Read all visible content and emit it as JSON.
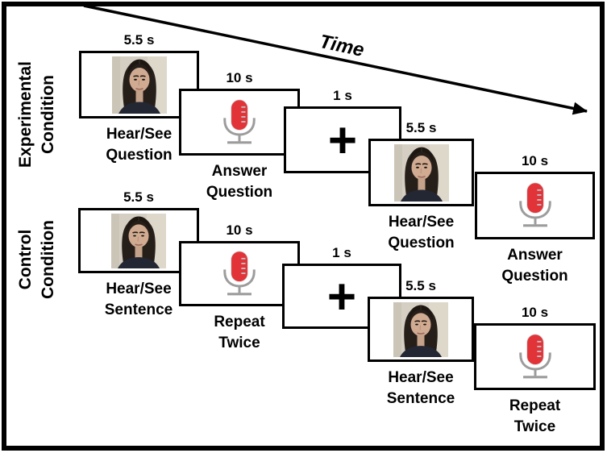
{
  "figure": {
    "time_arrow_label": "Time",
    "rows": [
      {
        "id": "experimental-condition",
        "label_line1": "Experimental",
        "label_line2": "Condition",
        "boxes": [
          {
            "type": "face-photo",
            "icon": "portrait-photo",
            "duration": "5.5 s",
            "caption1": "Hear/See",
            "caption2": "Question"
          },
          {
            "type": "microphone",
            "icon": "microphone-icon",
            "duration": "10 s",
            "caption1": "Answer",
            "caption2": "Question"
          },
          {
            "type": "fixation",
            "icon": "fixation-cross",
            "duration": "1 s",
            "symbol": "+"
          },
          {
            "type": "face-photo",
            "icon": "portrait-photo",
            "duration": "5.5 s",
            "caption1": "Hear/See",
            "caption2": "Question"
          },
          {
            "type": "microphone",
            "icon": "microphone-icon",
            "duration": "10 s",
            "caption1": "Answer",
            "caption2": "Question"
          }
        ]
      },
      {
        "id": "control-condition",
        "label_line1": "Control",
        "label_line2": "Condition",
        "boxes": [
          {
            "type": "face-photo",
            "icon": "portrait-photo",
            "duration": "5.5 s",
            "caption1": "Hear/See",
            "caption2": "Sentence"
          },
          {
            "type": "microphone",
            "icon": "microphone-icon",
            "duration": "10 s",
            "caption1": "Repeat",
            "caption2": "Twice"
          },
          {
            "type": "fixation",
            "icon": "fixation-cross",
            "duration": "1 s",
            "symbol": "+"
          },
          {
            "type": "face-photo",
            "icon": "portrait-photo",
            "duration": "5.5 s",
            "caption1": "Hear/See",
            "caption2": "Sentence"
          },
          {
            "type": "microphone",
            "icon": "microphone-icon",
            "duration": "10 s",
            "caption1": "Repeat",
            "caption2": "Twice"
          }
        ]
      }
    ],
    "colors": {
      "mic_red": "#e13338",
      "icon_gray": "#9c9c9c",
      "border_black": "#000000",
      "photo_background": "#d6cfc2"
    }
  }
}
